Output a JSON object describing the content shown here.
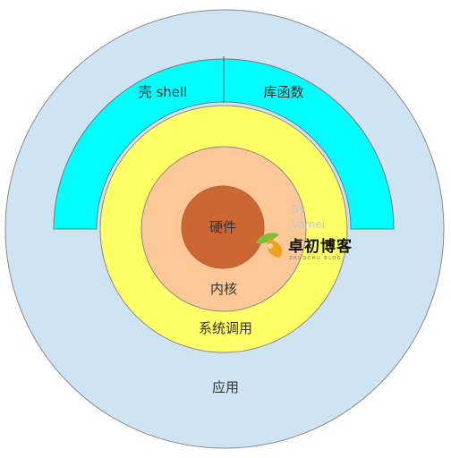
{
  "layers": {
    "application": "应用",
    "shell": "壳 shell",
    "library": "库函数",
    "syscall": "系统调用",
    "kernel": "内核",
    "hardware": "硬件"
  },
  "watermark": {
    "by": "By",
    "author": "Vamei",
    "logo_text": "卓初博客",
    "logo_sub": "ZHUOCHU BLOG"
  },
  "colors": {
    "application": "#cfe4f3",
    "shell": "#00ffff",
    "syscall": "#ffff66",
    "kernel": "#fcc898",
    "hardware": "#cc6633",
    "outline": "#888888"
  }
}
